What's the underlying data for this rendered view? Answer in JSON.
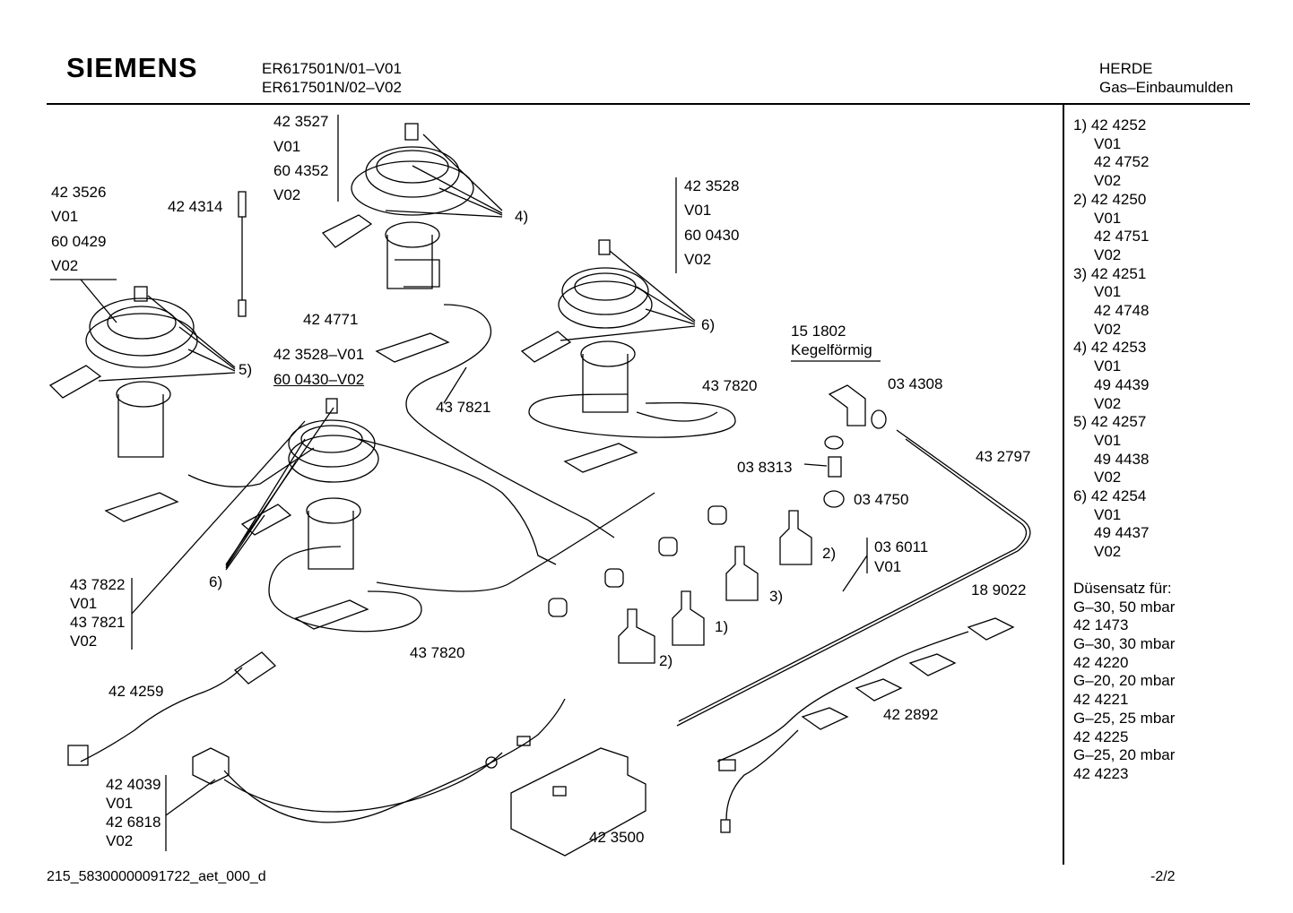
{
  "header": {
    "brand": "SIEMENS",
    "model_1": "ER617501N/01–V01",
    "model_2": "ER617501N/02–V02",
    "category": "HERDE",
    "subcategory": "Gas–Einbaumulden"
  },
  "callouts": {
    "c_423527": "42 3527",
    "c_v01_a": "V01",
    "c_604352": "60 4352",
    "c_v02_a": "V02",
    "c_423526": "42 3526",
    "c_v01_b": "V01",
    "c_600429": "60 0429",
    "c_v02_b": "V02",
    "c_424314": "42 4314",
    "c_4": "4)",
    "c_423528": "42 3528",
    "c_v01_c": "V01",
    "c_600430": "60 0430",
    "c_v02_c": "V02",
    "c_5": "5)",
    "c_424771": "42 4771",
    "c_6a": "6)",
    "c_151802": "15 1802",
    "c_kegel": "Kegelförmig",
    "c_423528v01": "42 3528–V01",
    "c_600430v02": "60 0430–V02",
    "c_437821a": "43 7821",
    "c_437820a": "43 7820",
    "c_034308": "03 4308",
    "c_432797": "43 2797",
    "c_038313": "03 8313",
    "c_034750": "03 4750",
    "c_2a": "2)",
    "c_036011": "03 6011",
    "c_v01_d": "V01",
    "c_189022": "18 9022",
    "c_3": "3)",
    "c_6b": "6)",
    "c_437822": "43 7822",
    "c_v01_e": "V01",
    "c_437821b": "43 7821",
    "c_v02_e": "V02",
    "c_1": "1)",
    "c_2b": "2)",
    "c_437820b": "43 7820",
    "c_424259": "42 4259",
    "c_422892": "42 2892",
    "c_424039": "42 4039",
    "c_v01_f": "V01",
    "c_426818": "42 6818",
    "c_v02_f": "V02",
    "c_423500": "42 3500"
  },
  "sidebar": {
    "lines": [
      {
        "text": "1) 42 4252",
        "indent": false
      },
      {
        "text": "V01",
        "indent": true
      },
      {
        "text": "42 4752",
        "indent": true
      },
      {
        "text": "V02",
        "indent": true
      },
      {
        "text": "2) 42 4250",
        "indent": false
      },
      {
        "text": "V01",
        "indent": true
      },
      {
        "text": "42 4751",
        "indent": true
      },
      {
        "text": "V02",
        "indent": true
      },
      {
        "text": "3) 42 4251",
        "indent": false
      },
      {
        "text": "V01",
        "indent": true
      },
      {
        "text": "42 4748",
        "indent": true
      },
      {
        "text": "V02",
        "indent": true
      },
      {
        "text": "4) 42 4253",
        "indent": false
      },
      {
        "text": "V01",
        "indent": true
      },
      {
        "text": "49 4439",
        "indent": true
      },
      {
        "text": "V02",
        "indent": true
      },
      {
        "text": "5) 42 4257",
        "indent": false
      },
      {
        "text": "V01",
        "indent": true
      },
      {
        "text": "49 4438",
        "indent": true
      },
      {
        "text": "V02",
        "indent": true
      },
      {
        "text": "6) 42 4254",
        "indent": false
      },
      {
        "text": "V01",
        "indent": true
      },
      {
        "text": "49 4437",
        "indent": true
      },
      {
        "text": "V02",
        "indent": true
      }
    ],
    "nozzle_lines": [
      "Düsensatz für:",
      "G–30, 50 mbar",
      "42 1473",
      "G–30, 30 mbar",
      "42 4220",
      "G–20, 20 mbar",
      "42 4221",
      "G–25, 25 mbar",
      "42 4225",
      "G–25, 20 mbar",
      "42 4223"
    ]
  },
  "footer": {
    "doc_id": "215_58300000091722_aet_000_d",
    "page": "-2/2"
  }
}
